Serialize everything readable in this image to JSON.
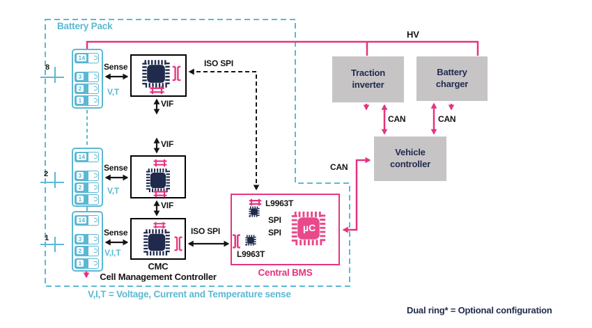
{
  "colors": {
    "pink": "#e5337f",
    "pink_fill": "#e8498b",
    "cyan": "#5bb8d3",
    "navy": "#1f2a4c",
    "gray": "#c7c4c6"
  },
  "battery_pack": {
    "title": "Battery Pack"
  },
  "stacks": [
    {
      "bus_count": "8",
      "sense_label": "Sense",
      "sense_type": "V,T",
      "cells": [
        "14",
        "3",
        "2",
        "1"
      ]
    },
    {
      "bus_count": "2",
      "sense_label": "Sense",
      "sense_type": "V,T",
      "cells": [
        "14",
        "3",
        "2",
        "1"
      ]
    },
    {
      "bus_count": "1",
      "sense_label": "Sense",
      "sense_type": "V,I,T",
      "cells": [
        "14",
        "3",
        "2",
        "1"
      ]
    }
  ],
  "cmc": {
    "acronym": "CMC",
    "full_name": "Cell Management Controller"
  },
  "buses": {
    "hv": "HV",
    "can": "CAN",
    "vif": "VIF",
    "spi": "SPI",
    "iso_spi": "ISO SPI"
  },
  "central_bms": {
    "title": "Central BMS",
    "mcu_label": "µC",
    "transceiver_top": "L9963T",
    "transceiver_bottom": "L9963T"
  },
  "ecu_boxes": {
    "traction_inverter": "Traction\ninverter",
    "battery_charger": "Battery\ncharger",
    "vehicle_controller": "Vehicle\ncontroller"
  },
  "legend": {
    "vit": "V,I,T = Voltage, Current and Temperature sense",
    "dual_ring": "Dual ring* = Optional configuration"
  }
}
